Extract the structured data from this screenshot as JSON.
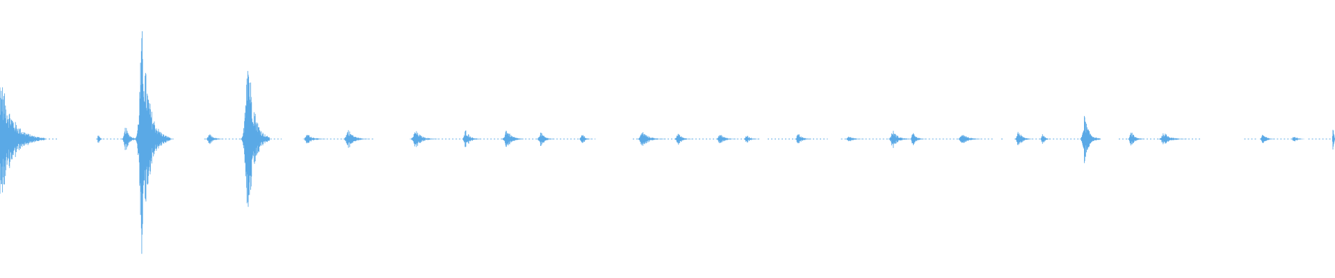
{
  "waveform": {
    "color": "#5aa9e6",
    "bursts": [
      {
        "t": 0.0,
        "amp": 0.62,
        "dur": 0.045
      },
      {
        "t": 0.0737,
        "amp": 0.05,
        "dur": 0.004
      },
      {
        "t": 0.0942,
        "amp": 0.12,
        "dur": 0.013
      },
      {
        "t": 0.1067,
        "amp": 1.0,
        "dur": 0.027
      },
      {
        "t": 0.127,
        "amp": 0.02,
        "dur": 0.003
      },
      {
        "t": 0.157,
        "amp": 0.05,
        "dur": 0.014
      },
      {
        "t": 0.1855,
        "amp": 0.95,
        "dur": 0.022
      },
      {
        "t": 0.2305,
        "amp": 0.05,
        "dur": 0.018
      },
      {
        "t": 0.261,
        "amp": 0.09,
        "dur": 0.02
      },
      {
        "t": 0.3115,
        "amp": 0.08,
        "dur": 0.022
      },
      {
        "t": 0.349,
        "amp": 0.09,
        "dur": 0.014
      },
      {
        "t": 0.3795,
        "amp": 0.1,
        "dur": 0.017
      },
      {
        "t": 0.405,
        "amp": 0.07,
        "dur": 0.014
      },
      {
        "t": 0.436,
        "amp": 0.06,
        "dur": 0.009
      },
      {
        "t": 0.4815,
        "amp": 0.07,
        "dur": 0.023
      },
      {
        "t": 0.508,
        "amp": 0.06,
        "dur": 0.014
      },
      {
        "t": 0.5395,
        "amp": 0.05,
        "dur": 0.016
      },
      {
        "t": 0.5595,
        "amp": 0.04,
        "dur": 0.012
      },
      {
        "t": 0.598,
        "amp": 0.06,
        "dur": 0.013
      },
      {
        "t": 0.636,
        "amp": 0.03,
        "dur": 0.015
      },
      {
        "t": 0.669,
        "amp": 0.08,
        "dur": 0.018
      },
      {
        "t": 0.684,
        "amp": 0.06,
        "dur": 0.012
      },
      {
        "t": 0.721,
        "amp": 0.06,
        "dur": 0.018
      },
      {
        "t": 0.763,
        "amp": 0.08,
        "dur": 0.013
      },
      {
        "t": 0.781,
        "amp": 0.05,
        "dur": 0.008
      },
      {
        "t": 0.8125,
        "amp": 0.22,
        "dur": 0.016
      },
      {
        "t": 0.8475,
        "amp": 0.07,
        "dur": 0.013
      },
      {
        "t": 0.872,
        "amp": 0.06,
        "dur": 0.023
      },
      {
        "t": 0.946,
        "amp": 0.05,
        "dur": 0.012
      },
      {
        "t": 0.9695,
        "amp": 0.04,
        "dur": 0.01
      },
      {
        "t": 0.9985,
        "amp": 0.16,
        "dur": 0.0015
      }
    ],
    "segments": [
      [
        0.0,
        0.043
      ],
      [
        0.072,
        0.13
      ],
      [
        0.153,
        0.211
      ],
      [
        0.229,
        0.28
      ],
      [
        0.31,
        0.446
      ],
      [
        0.453,
        0.452
      ],
      [
        0.474,
        0.57
      ],
      [
        0.575,
        0.62
      ],
      [
        0.63,
        0.675
      ],
      [
        0.68,
        0.745
      ],
      [
        0.75,
        0.752
      ],
      [
        0.76,
        0.823
      ],
      [
        0.838,
        0.899
      ],
      [
        0.932,
        0.942
      ],
      [
        0.946,
        0.972
      ],
      [
        0.98,
        1.0
      ]
    ]
  }
}
